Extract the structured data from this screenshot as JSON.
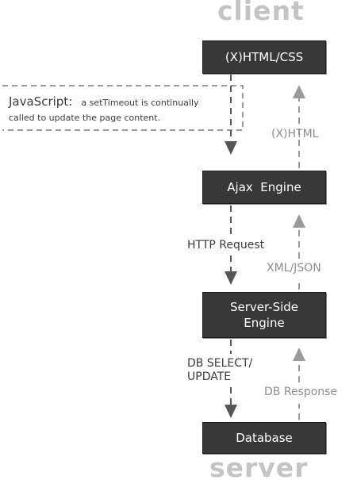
{
  "tiers": {
    "client": "client",
    "server": "server"
  },
  "boxes": {
    "html_css": "(X)HTML/CSS",
    "ajax_engine": "Ajax  Engine",
    "server_side_line1": "Server-Side",
    "server_side_line2": "Engine",
    "database": "Database"
  },
  "flows": {
    "xhtml": "(X)HTML",
    "http_request": "HTTP Request",
    "xml_json": "XML/JSON",
    "db_select_line1": "DB SELECT/",
    "db_select_line2": "UPDATE",
    "db_response": "DB Response"
  },
  "note": {
    "title": "JavaScript:",
    "desc_line1": "a setTimeout is continually",
    "desc_line2": "called to update the page content."
  },
  "colors": {
    "box_fill": "#383838",
    "arrow_dark": "#555555",
    "arrow_light": "#9a9a9a",
    "tier_text": "#c4c4c4"
  }
}
